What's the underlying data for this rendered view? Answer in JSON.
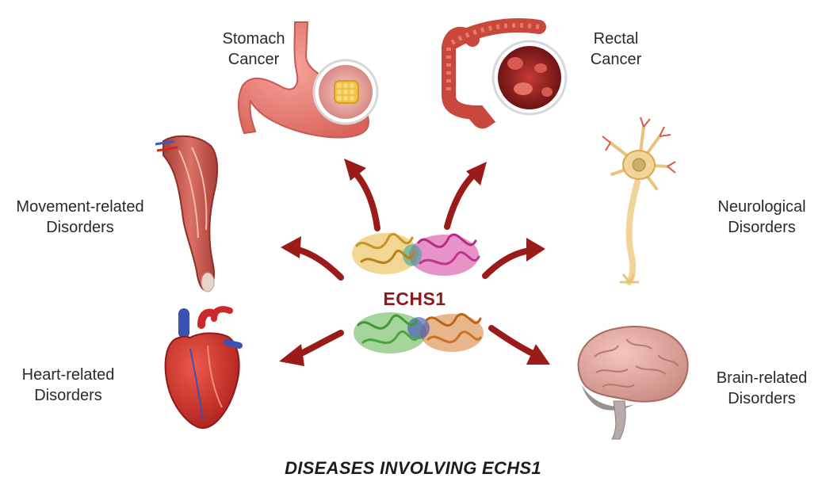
{
  "center_label": "ECHS1",
  "caption": "DISEASES INVOLVING ECHS1",
  "diseases": {
    "stomach": {
      "line1": "Stomach",
      "line2": "Cancer"
    },
    "rectal": {
      "line1": "Rectal",
      "line2": "Cancer"
    },
    "movement": {
      "line1": "Movement-related",
      "line2": "Disorders"
    },
    "neuro": {
      "line1": "Neurological",
      "line2": "Disorders"
    },
    "heart": {
      "line1": "Heart-related",
      "line2": "Disorders"
    },
    "brain": {
      "line1": "Brain-related",
      "line2": "Disorders"
    }
  },
  "colors": {
    "arrow": "#9b1b1b",
    "center_label": "#8c1a1a",
    "stomach": "#e87b72",
    "colon": "#c9473b",
    "muscle": "#c8574a",
    "heart": "#d0302a",
    "brain": "#e3a8a0",
    "neuron": "#f0d49a"
  },
  "icons": [
    "stomach-illustration",
    "colon-illustration",
    "arm-muscle-illustration",
    "neuron-illustration",
    "heart-illustration",
    "brain-illustration",
    "protein-structure-illustration"
  ]
}
